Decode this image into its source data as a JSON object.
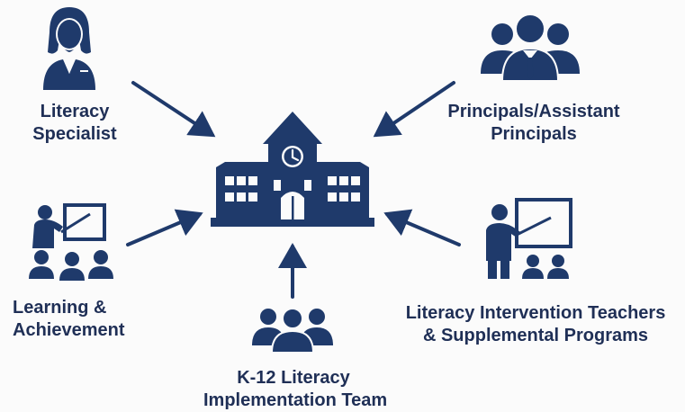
{
  "colors": {
    "ink": "#1f3a6b",
    "text": "#1f2f56",
    "background": "#fbfbfb"
  },
  "hub": {
    "name": "school",
    "icon": "school-building-icon"
  },
  "nodes": {
    "literacy_specialist": {
      "lines": [
        "Literacy",
        "Specialist"
      ],
      "icon": "female-professional-icon"
    },
    "principals": {
      "lines": [
        "Principals/Assistant",
        "Principals"
      ],
      "icon": "leadership-group-icon"
    },
    "learning": {
      "lines": [
        "Learning &",
        "Achievement"
      ],
      "icon": "teacher-with-class-icon"
    },
    "intervention": {
      "lines": [
        "Literacy Intervention Teachers",
        "& Supplemental Programs"
      ],
      "icon": "teacher-at-board-icon"
    },
    "k12": {
      "lines": [
        "K-12 Literacy",
        "Implementation Team"
      ],
      "icon": "team-group-icon"
    }
  }
}
